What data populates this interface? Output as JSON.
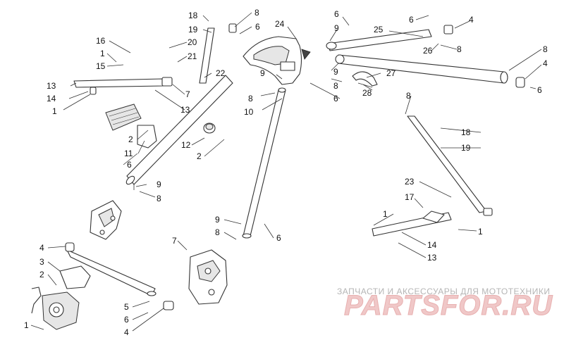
{
  "callouts": [
    {
      "id": "c1",
      "label": "18"
    },
    {
      "id": "c2",
      "label": "8"
    },
    {
      "id": "c3",
      "label": "19"
    },
    {
      "id": "c4",
      "label": "6"
    },
    {
      "id": "c5",
      "label": "24"
    },
    {
      "id": "c6",
      "label": "6"
    },
    {
      "id": "c7",
      "label": "9"
    },
    {
      "id": "c8",
      "label": "25"
    },
    {
      "id": "c9",
      "label": "6"
    },
    {
      "id": "c10",
      "label": "4"
    },
    {
      "id": "c11",
      "label": "16"
    },
    {
      "id": "c12",
      "label": "20"
    },
    {
      "id": "c13",
      "label": "1"
    },
    {
      "id": "c14",
      "label": "21"
    },
    {
      "id": "c15",
      "label": "15"
    },
    {
      "id": "c16",
      "label": "22"
    },
    {
      "id": "c17",
      "label": "9"
    },
    {
      "id": "c18",
      "label": "26"
    },
    {
      "id": "c19",
      "label": "8"
    },
    {
      "id": "c20",
      "label": "8"
    },
    {
      "id": "c21",
      "label": "4"
    },
    {
      "id": "c22",
      "label": "6"
    },
    {
      "id": "c23",
      "label": "13"
    },
    {
      "id": "c24",
      "label": "14"
    },
    {
      "id": "c25",
      "label": "1"
    },
    {
      "id": "c26",
      "label": "7"
    },
    {
      "id": "c27",
      "label": "13"
    },
    {
      "id": "c28",
      "label": "8"
    },
    {
      "id": "c29",
      "label": "10"
    },
    {
      "id": "c30",
      "label": "8"
    },
    {
      "id": "c31",
      "label": "6"
    },
    {
      "id": "c32",
      "label": "9"
    },
    {
      "id": "c33",
      "label": "27"
    },
    {
      "id": "c34",
      "label": "28"
    },
    {
      "id": "c35",
      "label": "8"
    },
    {
      "id": "c36",
      "label": "18"
    },
    {
      "id": "c37",
      "label": "19"
    },
    {
      "id": "c38",
      "label": "2"
    },
    {
      "id": "c39",
      "label": "11"
    },
    {
      "id": "c40",
      "label": "6"
    },
    {
      "id": "c41",
      "label": "12"
    },
    {
      "id": "c42",
      "label": "2"
    },
    {
      "id": "c43",
      "label": "9"
    },
    {
      "id": "c44",
      "label": "8"
    },
    {
      "id": "c45",
      "label": "23"
    },
    {
      "id": "c46",
      "label": "17"
    },
    {
      "id": "c47",
      "label": "1"
    },
    {
      "id": "c48",
      "label": "1"
    },
    {
      "id": "c49",
      "label": "9"
    },
    {
      "id": "c50",
      "label": "8"
    },
    {
      "id": "c51",
      "label": "6"
    },
    {
      "id": "c52",
      "label": "14"
    },
    {
      "id": "c53",
      "label": "13"
    },
    {
      "id": "c54",
      "label": "7"
    },
    {
      "id": "c55",
      "label": "4"
    },
    {
      "id": "c56",
      "label": "3"
    },
    {
      "id": "c57",
      "label": "2"
    },
    {
      "id": "c58",
      "label": "5"
    },
    {
      "id": "c59",
      "label": "6"
    },
    {
      "id": "c60",
      "label": "4"
    },
    {
      "id": "c61",
      "label": "1"
    }
  ],
  "watermark": {
    "line1": "ЗАПЧАСТИ И АКСЕССУАРЫ ДЛЯ МОТОТЕХНИКИ",
    "logo": "PARTSFOR.RU"
  }
}
